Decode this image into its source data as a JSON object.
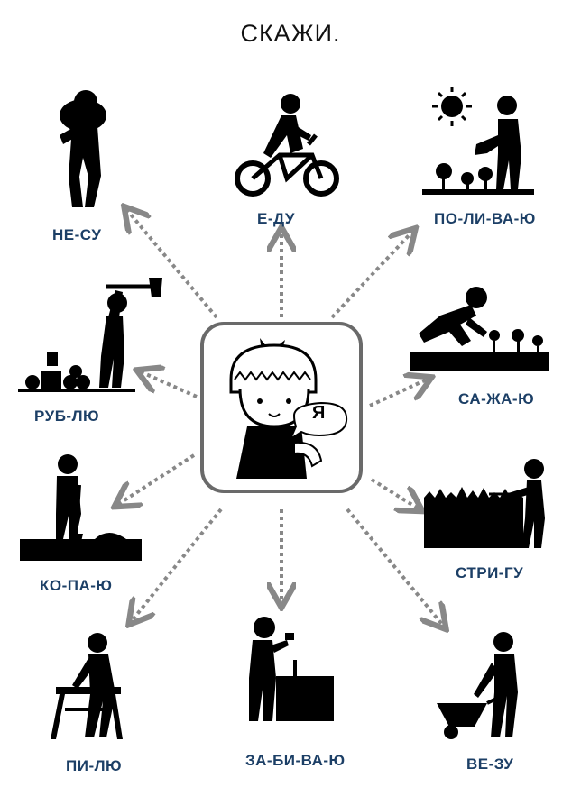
{
  "title": "СКАЖИ.",
  "center": {
    "speech_letter": "Я"
  },
  "actions": [
    {
      "id": "carry",
      "label": "НЕ-СУ",
      "icon": "person-carrying-sack-icon"
    },
    {
      "id": "ride",
      "label": "Е-ДУ",
      "icon": "person-riding-bicycle-icon"
    },
    {
      "id": "water",
      "label": "ПО-ЛИ-ВА-Ю",
      "icon": "person-watering-flowers-icon"
    },
    {
      "id": "chop",
      "label": "РУБ-ЛЮ",
      "icon": "person-chopping-wood-icon"
    },
    {
      "id": "plant",
      "label": "СА-ЖА-Ю",
      "icon": "person-planting-flowers-icon"
    },
    {
      "id": "dig",
      "label": "КО-ПА-Ю",
      "icon": "person-digging-icon"
    },
    {
      "id": "trim",
      "label": "СТРИ-ГУ",
      "icon": "person-trimming-hedge-icon"
    },
    {
      "id": "saw",
      "label": "ПИ-ЛЮ",
      "icon": "person-sawing-icon"
    },
    {
      "id": "hammer",
      "label": "ЗА-БИ-ВА-Ю",
      "icon": "person-hammering-icon"
    },
    {
      "id": "wheel",
      "label": "ВЕ-ЗУ",
      "icon": "person-pushing-wheelbarrow-icon"
    }
  ],
  "colors": {
    "label": "#1c3f66",
    "icon": "#000000",
    "arrow": "#888888",
    "frame": "#6a6a6a"
  }
}
